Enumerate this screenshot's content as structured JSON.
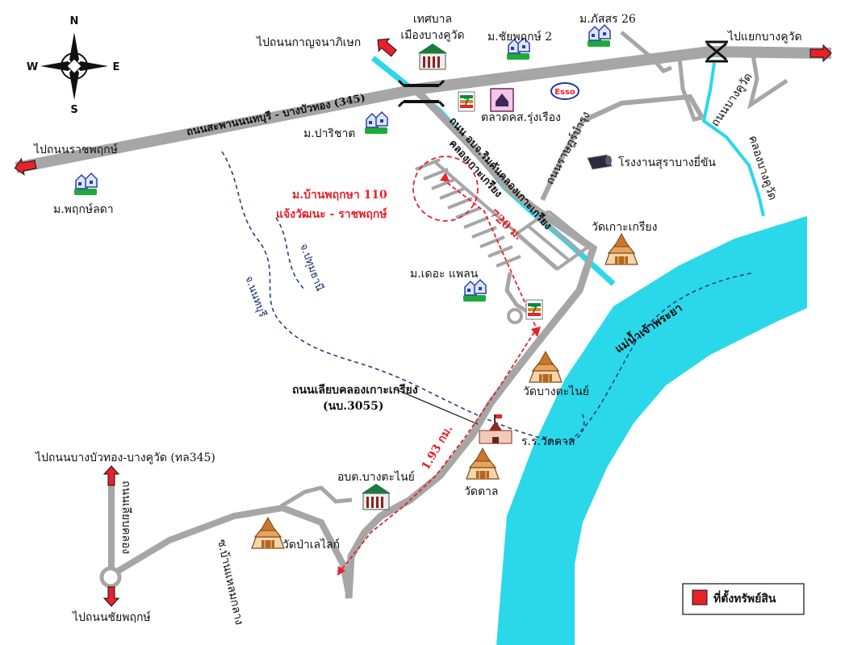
{
  "compass": {
    "north": "N",
    "south": "S",
    "east": "E",
    "west": "W"
  },
  "roads": {
    "main_highway": "ถนนสะพานนนทบุรี - บางบัวทอง (345)",
    "to_kanchanaphisek": "ไปถนนกาญจนาภิเษก",
    "to_ratchaphruek": "ไปถนนราชพฤกษ์",
    "to_bang_khu_wat_junction": "ไปแยกบางคูวัด",
    "riverside_road": "ถนน อบจ.ริมคันคลองเกาะเกรียง",
    "canal": "คลองเกาะเกรียง",
    "road_to_distillery": "ถนนราษฎร์บำรุง",
    "bang_khu_wat_road": "ถนนบางคูวัด",
    "bang_khu_wat_canal": "คลองบางคูวัด",
    "bypass_road_line1": "ถนนเลียบคลองเกาะเกรียง",
    "bypass_road_line2": "(นบ.3055)",
    "to_bangbuathong": "ไปถนนบางบัวทอง-บางคูวัด (ทล345)",
    "to_chaiyaphruek": "ไปถนนชัยพฤกษ์",
    "vertical_road": "ถนนเลียบคลอง",
    "ban_mae_road": "ซ.บ้านแหลมกลาง"
  },
  "places": {
    "municipality_line1": "เทศบาล",
    "municipality_line2": "เมืองบางคูวัด",
    "chaiyaphruek2": "ม.ชัยพฤกษ์ 2",
    "phatsorn26": "ม.ภัสสร 26",
    "market": "ตลาดคส.รุ่งเรือง",
    "esso": "Esso",
    "parichat": "ม.ปาริชาต",
    "phruklada": "ม.พฤกษ์ลดา",
    "distillery": "โรงงานสุราบางยี่ขัน",
    "wat_koh_kriang": "วัดเกาะเกรียง",
    "the_plant": "ม.เดอะ แพลน",
    "wat_bang_ta_nai": "วัดบางตะไนย์",
    "school": "ร.ร.วัดตาล",
    "wat_tan": "วัดตาล",
    "obt": "อบต.บางตะไนย์",
    "wat_pa_lelai": "วัดป่าเลไลก์"
  },
  "property": {
    "name_line1": "ม.บ้านพฤกษา 110",
    "name_line2": "แจ้งวัฒนะ - ราชพฤกษ์",
    "distance_short": "720 ม.",
    "distance_long": "1.93 กม."
  },
  "provinces": {
    "pathum_thani": "จ.ปทุมธานี",
    "nonthaburi": "จ.นนทบุรี"
  },
  "river": "แม่น้ำเจ้าพระยา",
  "legend": {
    "label": "ที่ตั้งทรัพย์สิน"
  },
  "colors": {
    "road": "#a6a6a6",
    "water": "#2ad8ea",
    "arrow": "#e8212a",
    "route": "#e8212a",
    "boundary": "#24407a",
    "seven_eleven_green": "#0b8a3b",
    "seven_eleven_orange": "#f0801f"
  }
}
